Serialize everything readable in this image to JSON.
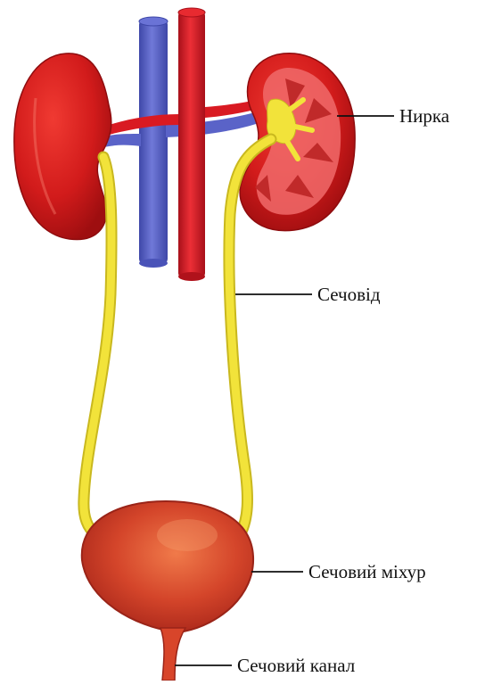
{
  "labels": {
    "kidney": "Нирка",
    "ureter": "Сечовід",
    "bladder": "Сечовий міхур",
    "urethra": "Сечовий канал"
  },
  "colors": {
    "kidney": "#d81e1e",
    "kidney_dark": "#a40f12",
    "artery": "#d91a22",
    "vein": "#5a63c8",
    "ureter": "#f2e33a",
    "bladder": "#d8452a",
    "leader_line": "#111111"
  }
}
